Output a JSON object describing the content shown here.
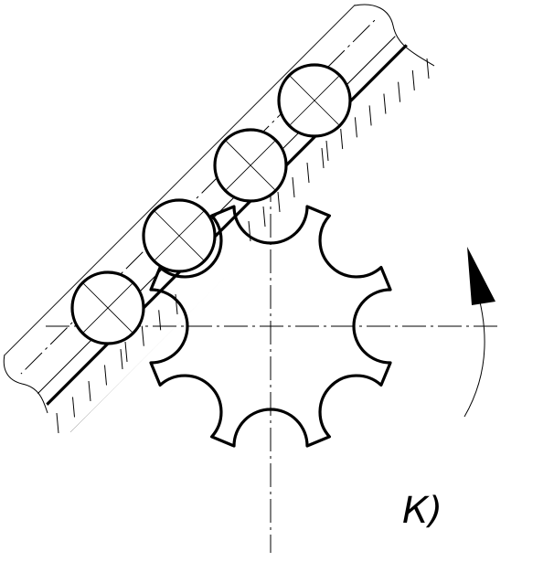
{
  "figure": {
    "label": "К)",
    "colors": {
      "stroke": "#000000",
      "background": "#ffffff"
    },
    "ball_count": 4,
    "sprocket_teeth": 8
  }
}
